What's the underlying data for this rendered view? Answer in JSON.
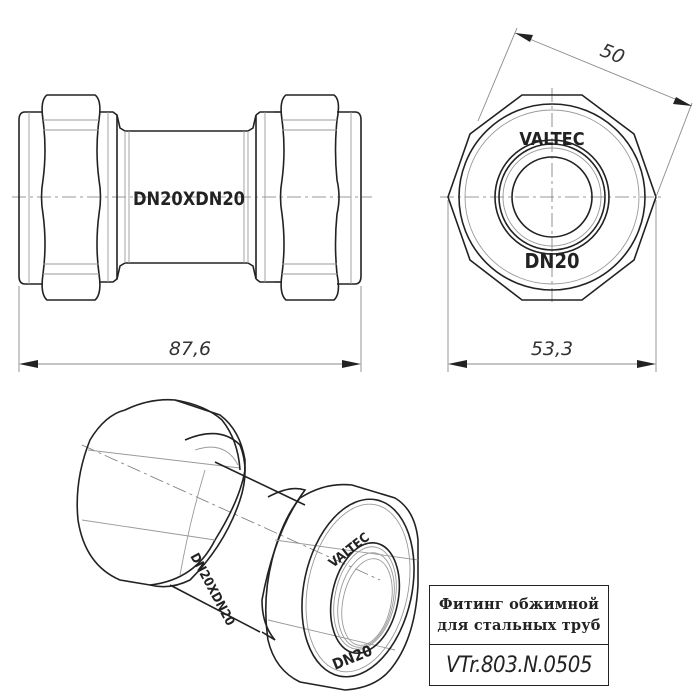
{
  "drawing": {
    "type": "technical-drawing",
    "subject": "Compression fitting for steel pipes",
    "views": {
      "front": {
        "marking": "DN20XDN20",
        "length_dimension": "87,6"
      },
      "end": {
        "brand": "VALTEC",
        "size": "DN20",
        "hex_across_flats": "50",
        "width_dimension": "53,3"
      },
      "isometric": {
        "marking": "DN20XDN20",
        "brand": "VALTEC",
        "size": "DN20"
      }
    },
    "title_block": {
      "line1": "Фитинг обжимной",
      "line2": "для стальных труб",
      "code": "VTr.803.N.0505"
    },
    "colors": {
      "line": "#222222",
      "thin": "#9a9a9a",
      "background": "#ffffff"
    }
  }
}
